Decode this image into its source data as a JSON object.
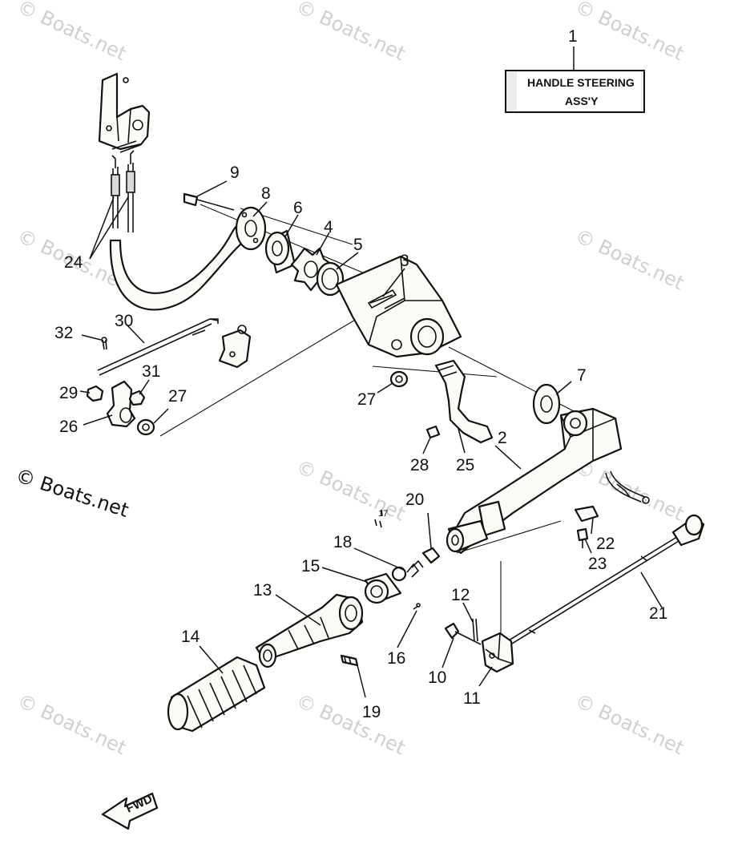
{
  "title_box": {
    "number": "1",
    "line1": "HANDLE STEERING",
    "line2": "ASS'Y"
  },
  "callouts": [
    "2",
    "3",
    "4",
    "5",
    "6",
    "7",
    "8",
    "9",
    "10",
    "11",
    "12",
    "13",
    "14",
    "15",
    "16",
    "17",
    "18",
    "19",
    "20",
    "21",
    "22",
    "23",
    "24",
    "25",
    "26",
    "27",
    "28",
    "29",
    "30",
    "31",
    "32"
  ],
  "watermark": {
    "text": "© Boats.net"
  },
  "direction_arrow": {
    "label": "FWD"
  }
}
